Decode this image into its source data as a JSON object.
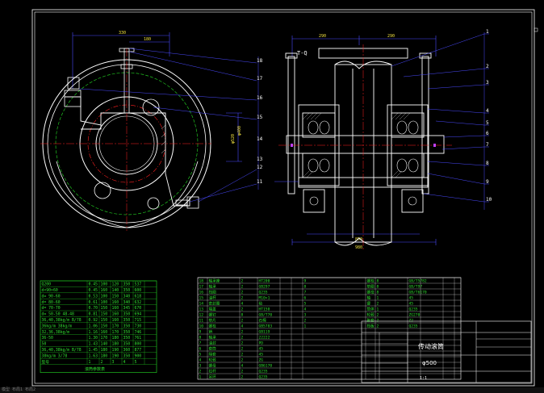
{
  "drawing": {
    "title_block": {
      "name": "传动滚筒",
      "code": "φ500",
      "scale_note": "1:1"
    },
    "colors": {
      "background": "#000000",
      "frame": "#ffffff",
      "outline": "#ffffff",
      "center": "#ff2020",
      "hidden": "#20c020",
      "dimension": "#4a4aff",
      "leader": "#6060ff",
      "table_text": "#30e030",
      "table_grid": "#ffffff",
      "accent_yellow": "#f0e040",
      "accent_purple": "#c040ff",
      "accent_cyan": "#30e0e0"
    },
    "balloons_right": [
      "1",
      "2",
      "3",
      "4",
      "5",
      "6",
      "7",
      "8",
      "9",
      "10"
    ],
    "balloons_left": [
      "11",
      "12",
      "13",
      "14",
      "15",
      "16",
      "17",
      "18"
    ],
    "param_table": {
      "rows": [
        [
          "Q200",
          "0.45",
          "100",
          "120",
          "350",
          "537"
        ],
        [
          "d×90×60",
          "0.45",
          "160",
          "140",
          "350",
          "600"
        ],
        [
          "d= 90-60",
          "0.53",
          "100",
          "150",
          "340",
          "618"
        ],
        [
          "d= 80-60",
          "0.61",
          "100",
          "160",
          "340",
          "632"
        ],
        [
          "d= 70-70",
          "0.70",
          "150",
          "160",
          "345",
          "670"
        ],
        [
          "d= 50-50 48-48",
          "0.81",
          "150",
          "160",
          "350",
          "694"
        ],
        [
          "36,40,38kg/m B/78",
          "0.92",
          "150",
          "160",
          "350",
          "715"
        ],
        [
          "36kg/m 38kg/m",
          "1.06",
          "150",
          "170",
          "350",
          "730"
        ],
        [
          "32,36,38kg/m",
          "1.16",
          "160",
          "170",
          "350",
          "746"
        ],
        [
          "36-50",
          "1.30",
          "170",
          "180",
          "350",
          "761"
        ],
        [
          "50",
          "1.43",
          "140",
          "180",
          "350",
          "800"
        ],
        [
          "36,40,38kg/m B/78",
          "1.45",
          "180",
          "190",
          "360",
          "877"
        ],
        [
          "38kg/m 3/78",
          "1.63",
          "180",
          "190",
          "350",
          "900"
        ],
        [
          "型号",
          "1",
          "2",
          "3",
          "4",
          "5"
        ]
      ],
      "footer": "滚筒参数表"
    },
    "parts_table": {
      "rows": [
        [
          "18",
          "轴承座",
          "2",
          "HT200",
          "",
          "",
          "9",
          "螺栓",
          "8",
          "GB/T5782",
          "",
          ""
        ],
        [
          "17",
          "轴承",
          "2",
          "GB297",
          "",
          "",
          "8",
          "垫圈",
          "8",
          "GB/T97",
          "",
          ""
        ],
        [
          "16",
          "挡圈",
          "2",
          "Q235",
          "",
          "",
          "7",
          "螺母",
          "8",
          "GB/T6170",
          "",
          ""
        ],
        [
          "15",
          "油杯",
          "2",
          "M10×1",
          "",
          "",
          "6",
          "轴",
          "1",
          "45",
          "",
          ""
        ],
        [
          "14",
          "密封圈",
          "4",
          "毡",
          "",
          "",
          "5",
          "键",
          "2",
          "45",
          "",
          ""
        ],
        [
          "13",
          "端盖",
          "2",
          "HT150",
          "",
          "",
          "4",
          "筒体",
          "1",
          "Q235",
          "",
          ""
        ],
        [
          "12",
          "螺钉",
          "8",
          "GB/T70",
          "",
          "",
          "3",
          "轮毂",
          "2",
          "ZG270",
          "",
          ""
        ],
        [
          "11",
          "垫片",
          "2",
          "石棉",
          "",
          "",
          "2",
          "胀套",
          "2",
          "Z2",
          "",
          ""
        ],
        [
          "10",
          "螺栓",
          "4",
          "GB5783",
          "",
          "",
          "1",
          "挡板",
          "2",
          "Q235",
          "",
          ""
        ],
        [
          "9",
          "销",
          "2",
          "GB119",
          "",
          "",
          "",
          "",
          "",
          "",
          "",
          ""
        ],
        [
          "8",
          "轴承",
          "2",
          "22222",
          "",
          "",
          "",
          "",
          "",
          "",
          "",
          ""
        ],
        [
          "7",
          "油封",
          "2",
          "PD",
          "",
          "",
          "",
          "",
          "",
          "",
          "",
          ""
        ],
        [
          "6",
          "套筒",
          "2",
          "45",
          "",
          "",
          "",
          "",
          "",
          "",
          "",
          ""
        ],
        [
          "5",
          "隔套",
          "2",
          "45",
          "",
          "",
          "",
          "",
          "",
          "",
          "",
          ""
        ],
        [
          "4",
          "轮毂",
          "2",
          "ZG",
          "",
          "",
          "",
          "",
          "",
          "",
          "",
          ""
        ],
        [
          "3",
          "螺母",
          "4",
          "GB6170",
          "",
          "",
          "",
          "",
          "",
          "",
          "",
          ""
        ],
        [
          "2",
          "拉杆",
          "2",
          "Q235",
          "",
          "",
          "",
          "",
          "",
          "",
          "",
          ""
        ],
        [
          "1",
          "吊环",
          "2",
          "Q235",
          "",
          "",
          "",
          "",
          "",
          "",
          "",
          ""
        ]
      ]
    },
    "status_bar": "模型  布局1  布局2"
  }
}
